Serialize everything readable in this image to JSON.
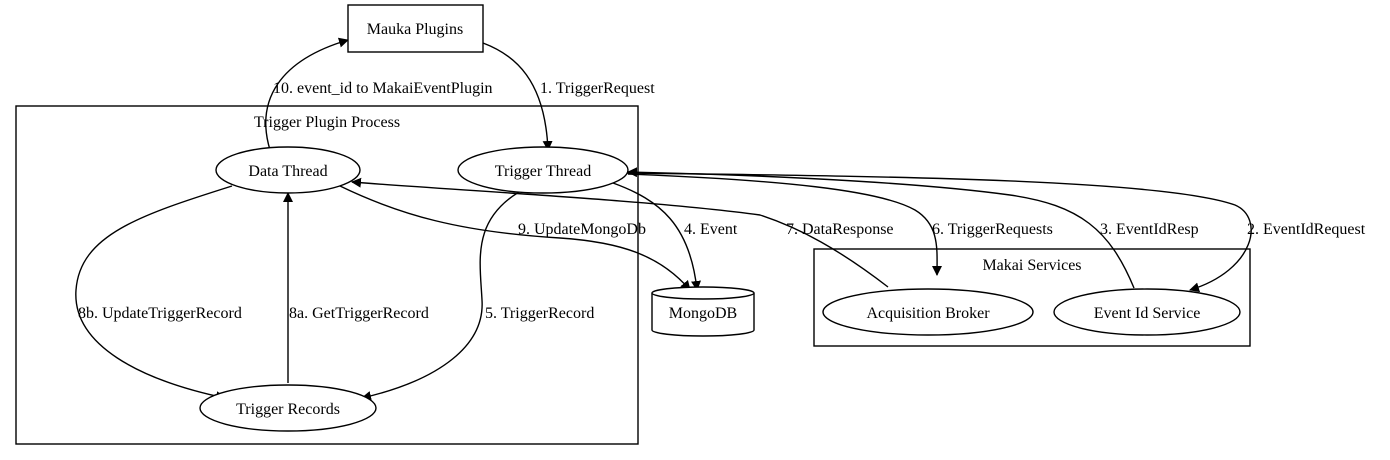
{
  "clusters": {
    "trigger_plugin_process": "Trigger Plugin Process",
    "makai_services": "Makai Services"
  },
  "nodes": {
    "mauka_plugins": "Mauka Plugins",
    "data_thread": "Data Thread",
    "trigger_thread": "Trigger Thread",
    "trigger_records": "Trigger Records",
    "mongodb": "MongoDB",
    "acquisition_broker": "Acquisition Broker",
    "event_id_service": "Event Id Service"
  },
  "edges": {
    "e1": "1. TriggerRequest",
    "e2": "2. EventIdRequest",
    "e3": "3. EventIdResp",
    "e4": "4. Event",
    "e5": "5. TriggerRecord",
    "e6": "6. TriggerRequests",
    "e7": "7. DataResponse",
    "e8a": "8a. GetTriggerRecord",
    "e8b": "8b. UpdateTriggerRecord",
    "e9": "9. UpdateMongoDb",
    "e10": "10. event_id to MakaiEventPlugin"
  }
}
